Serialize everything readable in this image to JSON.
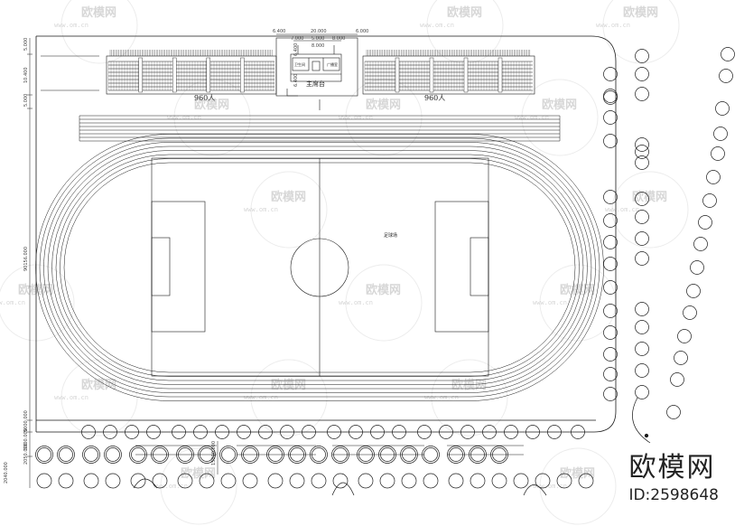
{
  "drawing": {
    "stand_label": "主席台",
    "capacity_left": "960人",
    "capacity_right": "960人",
    "field_label": "足球场",
    "room_label_1": "卫生间",
    "room_label_2": "广播室"
  },
  "dimensions": {
    "top": [
      "6.400",
      "20.000",
      "6.000"
    ],
    "top_sub": [
      "7.000",
      "5.000",
      "8.000"
    ],
    "top_mid": "8.000",
    "stand_depth": "6.400",
    "stand_depth_2": "6.400",
    "left": [
      "5.000",
      "10.400",
      "5.000"
    ],
    "left_long": "90156.000",
    "bottom_left": [
      "5000.000",
      "5000.000",
      "2050.000",
      "2040.000"
    ],
    "bottom_mid": "15000.000"
  },
  "watermark": {
    "text": "欧模网",
    "url": "www.om.cn"
  },
  "brand": {
    "name": "欧模网",
    "id": "ID:2598648"
  },
  "colors": {
    "line": "#1a1a1a",
    "watermark": "#d7d7d7"
  }
}
